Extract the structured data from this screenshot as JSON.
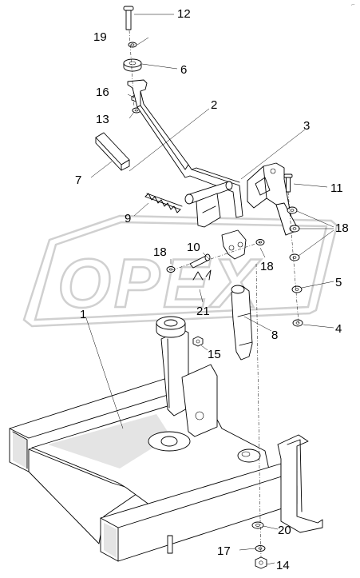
{
  "diagram": {
    "watermark": "OPEX",
    "corner_mark": "⌐",
    "callouts": [
      {
        "id": "c12",
        "text": "12"
      },
      {
        "id": "c19",
        "text": "19"
      },
      {
        "id": "c6",
        "text": "6"
      },
      {
        "id": "c16",
        "text": "16"
      },
      {
        "id": "c2",
        "text": "2"
      },
      {
        "id": "c13",
        "text": "13"
      },
      {
        "id": "c3",
        "text": "3"
      },
      {
        "id": "c7",
        "text": "7"
      },
      {
        "id": "c11",
        "text": "11"
      },
      {
        "id": "c9",
        "text": "9"
      },
      {
        "id": "c18a",
        "text": "18"
      },
      {
        "id": "c18b",
        "text": "18"
      },
      {
        "id": "c10",
        "text": "10"
      },
      {
        "id": "c18c",
        "text": "18"
      },
      {
        "id": "c5",
        "text": "5"
      },
      {
        "id": "c21",
        "text": "21"
      },
      {
        "id": "c1",
        "text": "1"
      },
      {
        "id": "c8",
        "text": "8"
      },
      {
        "id": "c4",
        "text": "4"
      },
      {
        "id": "c15",
        "text": "15"
      },
      {
        "id": "c20",
        "text": "20"
      },
      {
        "id": "c17",
        "text": "17"
      },
      {
        "id": "c14",
        "text": "14"
      }
    ]
  }
}
